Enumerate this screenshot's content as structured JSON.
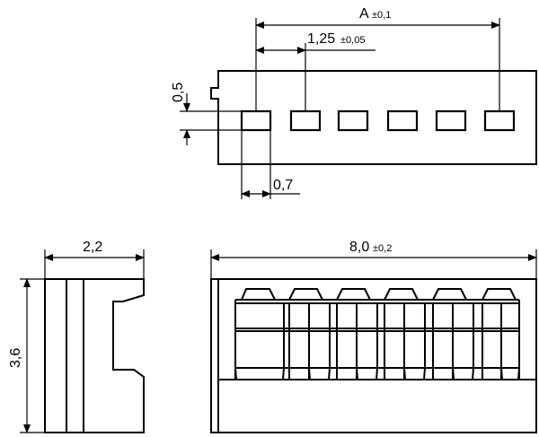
{
  "dimensions": {
    "a": {
      "value": "A",
      "tol": "±0,1"
    },
    "pitch": {
      "value": "1,25",
      "tol": "±0,05"
    },
    "pin_height": {
      "value": "0,5"
    },
    "pin_width": {
      "value": "0,7"
    },
    "depth": {
      "value": "2,2"
    },
    "height": {
      "value": "3,6"
    },
    "length": {
      "value": "8,0",
      "tol": "±0,2"
    }
  }
}
